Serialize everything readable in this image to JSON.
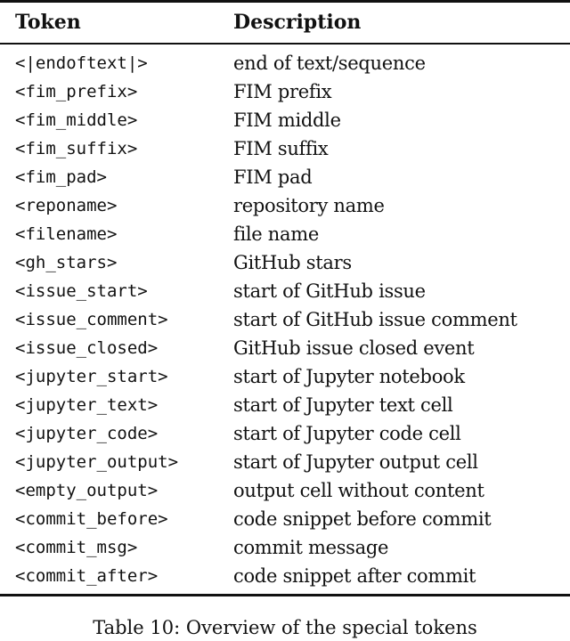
{
  "table": {
    "headers": {
      "token": "Token",
      "description": "Description"
    },
    "rows": [
      {
        "token": "<|endoftext|>",
        "description": "end of text/sequence"
      },
      {
        "token": "<fim_prefix>",
        "description": "FIM prefix"
      },
      {
        "token": "<fim_middle>",
        "description": "FIM middle"
      },
      {
        "token": "<fim_suffix>",
        "description": "FIM suffix"
      },
      {
        "token": "<fim_pad>",
        "description": "FIM pad"
      },
      {
        "token": "<reponame>",
        "description": "repository name"
      },
      {
        "token": "<filename>",
        "description": "file name"
      },
      {
        "token": "<gh_stars>",
        "description": "GitHub stars"
      },
      {
        "token": "<issue_start>",
        "description": "start of GitHub issue"
      },
      {
        "token": "<issue_comment>",
        "description": "start of GitHub issue comment"
      },
      {
        "token": "<issue_closed>",
        "description": "GitHub issue closed event"
      },
      {
        "token": "<jupyter_start>",
        "description": "start of Jupyter notebook"
      },
      {
        "token": "<jupyter_text>",
        "description": "start of Jupyter text cell"
      },
      {
        "token": "<jupyter_code>",
        "description": "start of Jupyter code cell"
      },
      {
        "token": "<jupyter_output>",
        "description": "start of Jupyter output cell"
      },
      {
        "token": "<empty_output>",
        "description": "output cell without content"
      },
      {
        "token": "<commit_before>",
        "description": "code snippet before commit"
      },
      {
        "token": "<commit_msg>",
        "description": "commit message"
      },
      {
        "token": "<commit_after>",
        "description": "code snippet after commit"
      }
    ]
  },
  "caption": "Table 10: Overview of the special tokens"
}
